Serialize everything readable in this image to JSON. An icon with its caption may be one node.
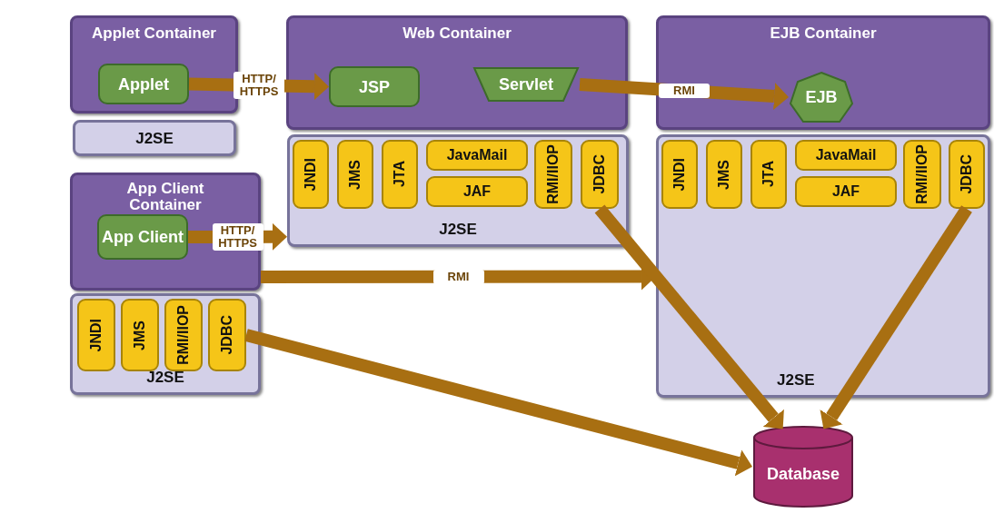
{
  "diagram": {
    "nodes": [
      {
        "text": [
          "Applet Container"
        ]
      },
      {
        "text": [
          "Applet"
        ],
        "in": 0
      },
      {
        "text": [
          "J2SE"
        ]
      },
      {
        "text": [
          "Web Container"
        ]
      },
      {
        "text": [
          "JSP"
        ],
        "in": 3
      },
      {
        "text": [
          "Servlet"
        ],
        "in": 3
      },
      {
        "text": [
          "J2SE"
        ]
      },
      {
        "text": [
          "JNDI"
        ],
        "in": 6
      },
      {
        "text": [
          "JMS"
        ],
        "in": 6
      },
      {
        "text": [
          "JTA"
        ],
        "in": 6
      },
      {
        "text": [
          "JavaMail"
        ],
        "in": 6
      },
      {
        "text": [
          "JAF"
        ],
        "in": 6
      },
      {
        "text": [
          "RMI/IIOP"
        ],
        "in": 6
      },
      {
        "text": [
          "JDBC"
        ],
        "in": 6
      },
      {
        "text": [
          "EJB Container"
        ]
      },
      {
        "text": [
          "EJB"
        ],
        "in": 14
      },
      {
        "text": [
          "J2SE"
        ]
      },
      {
        "text": [
          "JNDI"
        ],
        "in": 16
      },
      {
        "text": [
          "JMS"
        ],
        "in": 16
      },
      {
        "text": [
          "JTA"
        ],
        "in": 16
      },
      {
        "text": [
          "JavaMail"
        ],
        "in": 16
      },
      {
        "text": [
          "JAF"
        ],
        "in": 16
      },
      {
        "text": [
          "RMI/IIOP"
        ],
        "in": 16
      },
      {
        "text": [
          "JDBC"
        ],
        "in": 16
      },
      {
        "text": [
          "App Client Container"
        ]
      },
      {
        "text": [
          "App Client"
        ],
        "in": 24
      },
      {
        "text": [
          "J2SE"
        ]
      },
      {
        "text": [
          "JNDI"
        ],
        "in": 26
      },
      {
        "text": [
          "JMS"
        ],
        "in": 26
      },
      {
        "text": [
          "RMI/IIOP"
        ],
        "in": 26
      },
      {
        "text": [
          "JDBC"
        ],
        "in": 26
      },
      {
        "text": [
          "Database"
        ]
      }
    ],
    "edges": [
      {
        "from": 1,
        "to": 4,
        "arrow": "to",
        "label": "HTTP/ HTTPS"
      },
      {
        "from": 5,
        "to": 15,
        "arrow": "to",
        "label": "RMI"
      },
      {
        "from": 25,
        "to": 6,
        "arrow": "to",
        "label": "HTTP/ HTTPS"
      },
      {
        "from": 24,
        "to": 16,
        "arrow": "to",
        "label": "RMI"
      },
      {
        "from": 13,
        "to": 31,
        "arrow": "to"
      },
      {
        "from": 23,
        "to": 31,
        "arrow": "to"
      },
      {
        "from": 30,
        "to": 31,
        "arrow": "to"
      }
    ]
  }
}
